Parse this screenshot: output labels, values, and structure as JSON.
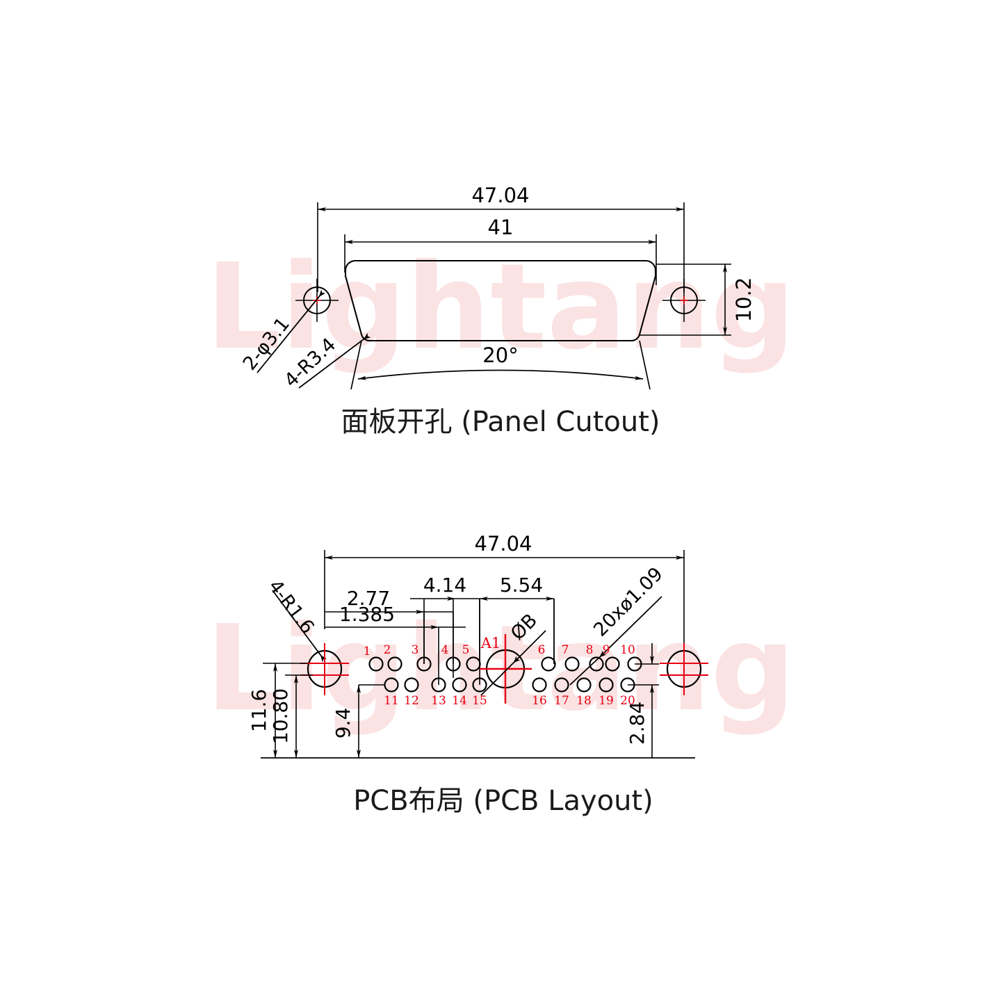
{
  "document": {
    "type": "engineering-drawing",
    "watermark_text": "Lightang",
    "watermark_color": "#fbe3e3",
    "line_color": "#000000",
    "annotation_color": "#e60012",
    "background": "#ffffff"
  },
  "panel_cutout": {
    "title": "面板开孔 (Panel Cutout)",
    "dimensions": {
      "overall_width": "47.04",
      "cutout_width": "41",
      "height": "10.2",
      "chamfer_angle": "20°",
      "hole_callout": "2-φ3.1",
      "radius_callout": "4-R3.4"
    }
  },
  "pcb_layout": {
    "title": "PCB布局 (PCB Layout)",
    "dimensions": {
      "overall_width": "47.04",
      "pitch_a": "2.77",
      "pitch_half": "1.385",
      "span_left": "4.14",
      "span_right": "5.54",
      "height_total": "11.6",
      "height_mount": "10.80",
      "height_row_top": "9.4",
      "height_row_bottom": "2.84",
      "pin_hole_callout": "20xø1.09",
      "power_pin_callout": "ØB",
      "mount_radius_callout": "4-R1.6",
      "power_pin_label": "A1"
    },
    "pins_top": [
      "1",
      "2",
      "3",
      "4",
      "5",
      "6",
      "7",
      "8",
      "9",
      "10"
    ],
    "pins_bottom": [
      "11",
      "12",
      "13",
      "14",
      "15",
      "16",
      "17",
      "18",
      "19",
      "20"
    ]
  }
}
